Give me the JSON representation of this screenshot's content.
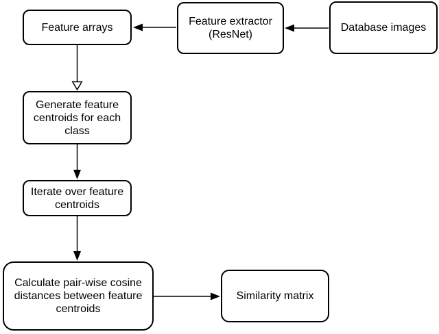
{
  "diagram": {
    "type": "flowchart",
    "background_color": "#ffffff",
    "box_border_color": "#000000",
    "box_fill_color": "#ffffff",
    "text_color": "#000000",
    "nodes": [
      {
        "id": "feature-arrays",
        "label": "Feature arrays"
      },
      {
        "id": "feature-extractor",
        "label": "Feature extractor (ResNet)"
      },
      {
        "id": "database-images",
        "label": "Database images"
      },
      {
        "id": "generate-centroids",
        "label": "Generate feature centroids for each class"
      },
      {
        "id": "iterate-centroids",
        "label": "Iterate over feature centroids"
      },
      {
        "id": "calculate-distances",
        "label": "Calculate pair-wise cosine distances between feature centroids"
      },
      {
        "id": "similarity-matrix",
        "label": "Similarity matrix"
      }
    ],
    "edges": [
      {
        "from": "database-images",
        "to": "feature-extractor",
        "direction": "left",
        "arrowhead": "filled"
      },
      {
        "from": "feature-extractor",
        "to": "feature-arrays",
        "direction": "left",
        "arrowhead": "filled"
      },
      {
        "from": "feature-arrays",
        "to": "generate-centroids",
        "direction": "down",
        "arrowhead": "hollow"
      },
      {
        "from": "generate-centroids",
        "to": "iterate-centroids",
        "direction": "down",
        "arrowhead": "filled"
      },
      {
        "from": "iterate-centroids",
        "to": "calculate-distances",
        "direction": "down",
        "arrowhead": "filled"
      },
      {
        "from": "calculate-distances",
        "to": "similarity-matrix",
        "direction": "right",
        "arrowhead": "filled"
      }
    ]
  }
}
